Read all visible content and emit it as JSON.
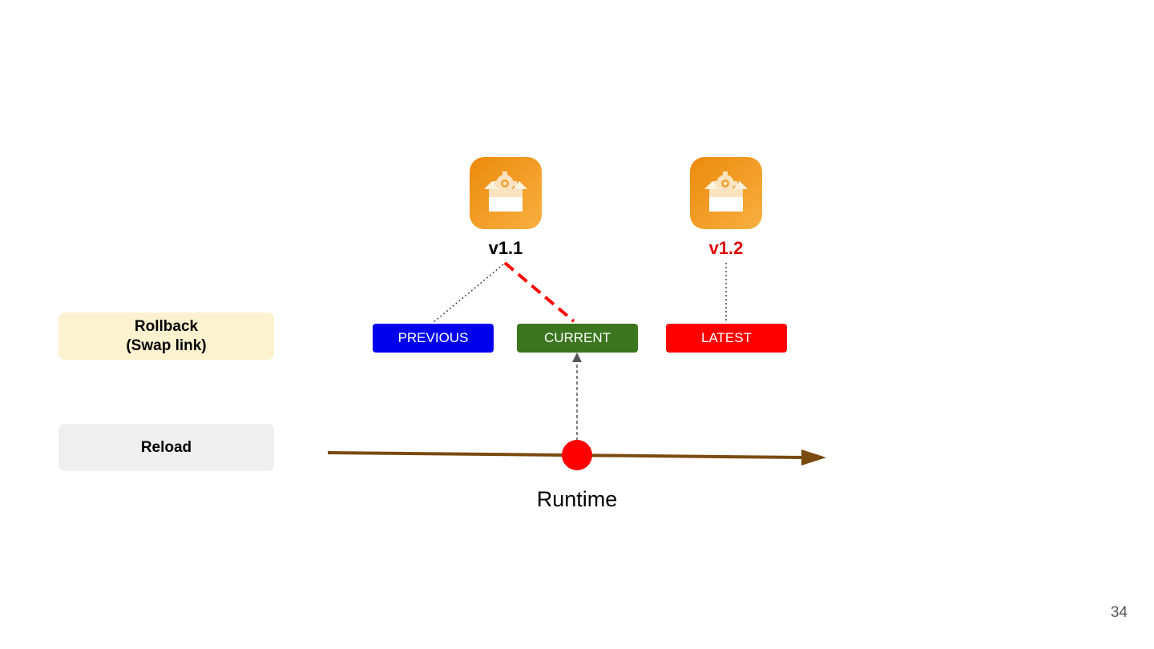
{
  "side_labels": {
    "rollback": "Rollback\n(Swap link)",
    "reload": "Reload"
  },
  "packages": [
    {
      "version": "v1.1",
      "label_color": "#000000",
      "icon": "package-gear-icon"
    },
    {
      "version": "v1.2",
      "label_color": "#e00000",
      "icon": "package-gear-icon"
    }
  ],
  "pointers": {
    "previous": "PREVIOUS",
    "current": "CURRENT",
    "latest": "LATEST"
  },
  "runtime_label": "Runtime",
  "page_number": "34",
  "colors": {
    "rollback_box": "#fdf2d0",
    "reload_box": "#efefef",
    "previous": "#0000ee",
    "current": "#3b761e",
    "latest": "#ff0000",
    "timeline": "#7a4a10",
    "runtime_dot": "#ff0000",
    "icon_orange": "#f0a030"
  }
}
